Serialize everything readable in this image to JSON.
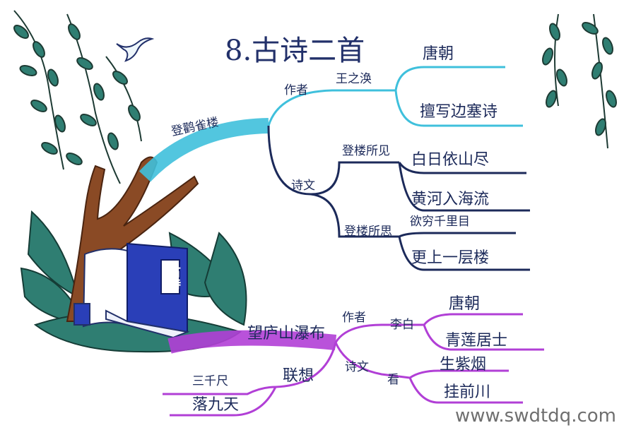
{
  "title": "8.古诗二首",
  "poem1": {
    "title": "登鹳雀楼",
    "author_label": "作者",
    "author": "王之涣",
    "author_details": [
      "唐朝",
      "擅写边塞诗"
    ],
    "text_label": "诗文",
    "sections": [
      {
        "label": "登楼所见",
        "lines": [
          "白日依山尽",
          "黄河入海流"
        ]
      },
      {
        "label": "登楼所思",
        "lines": [
          "欲穷千里目",
          "更上一层楼"
        ]
      }
    ]
  },
  "poem2": {
    "title": "望庐山瀑布",
    "author_label": "作者",
    "author": "李白",
    "author_details": [
      "唐朝",
      "青莲居士"
    ],
    "text_label": "诗文",
    "text_keyword": "看",
    "text_items": [
      "生紫烟",
      "挂前川"
    ],
    "assoc_label": "联想",
    "assoc_items": [
      "三千尺",
      "落九天"
    ]
  },
  "book_label": "古诗",
  "watermark": "www.swdtdq.com",
  "colors": {
    "branch1": "#3fc0dc",
    "branch2": "#b13fd6",
    "ink": "#1c2a5a",
    "leaf": "#2f7e72",
    "trunk": "#8a4a25",
    "book": "#2a3fb8"
  }
}
